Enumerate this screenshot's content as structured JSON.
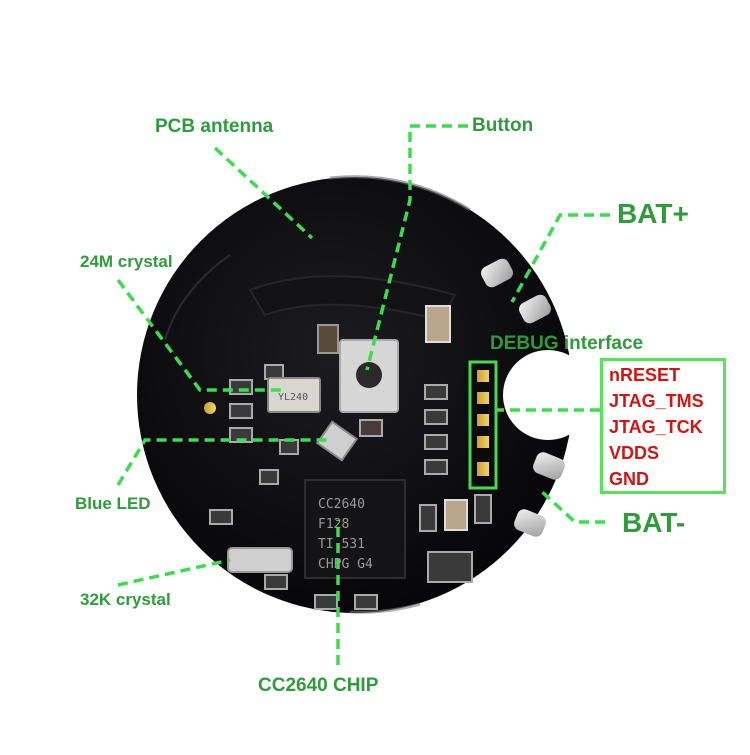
{
  "labels": {
    "pcb_antenna": "PCB antenna",
    "button": "Button",
    "bat_plus": "BAT+",
    "crystal_24m": "24M crystal",
    "debug_interface": "DEBUG interface",
    "blue_led": "Blue LED",
    "bat_minus": "BAT-",
    "crystal_32k": "32K crystal",
    "cc2640_chip": "CC2640 CHIP"
  },
  "debug_pins": [
    "nRESET",
    "JTAG_TMS",
    "JTAG_TCK",
    "VDDS",
    "GND"
  ],
  "chip_markings": [
    "CC2640",
    "F128",
    "TI 531",
    "CHPG G4"
  ],
  "crystal_marking": "YL240",
  "colors": {
    "label_green": "#2e9c3a",
    "leader_green": "#3ddc4f",
    "pin_red": "#d11414",
    "box_border": "#55e35a",
    "pcb_black": "#0c0c0e"
  }
}
